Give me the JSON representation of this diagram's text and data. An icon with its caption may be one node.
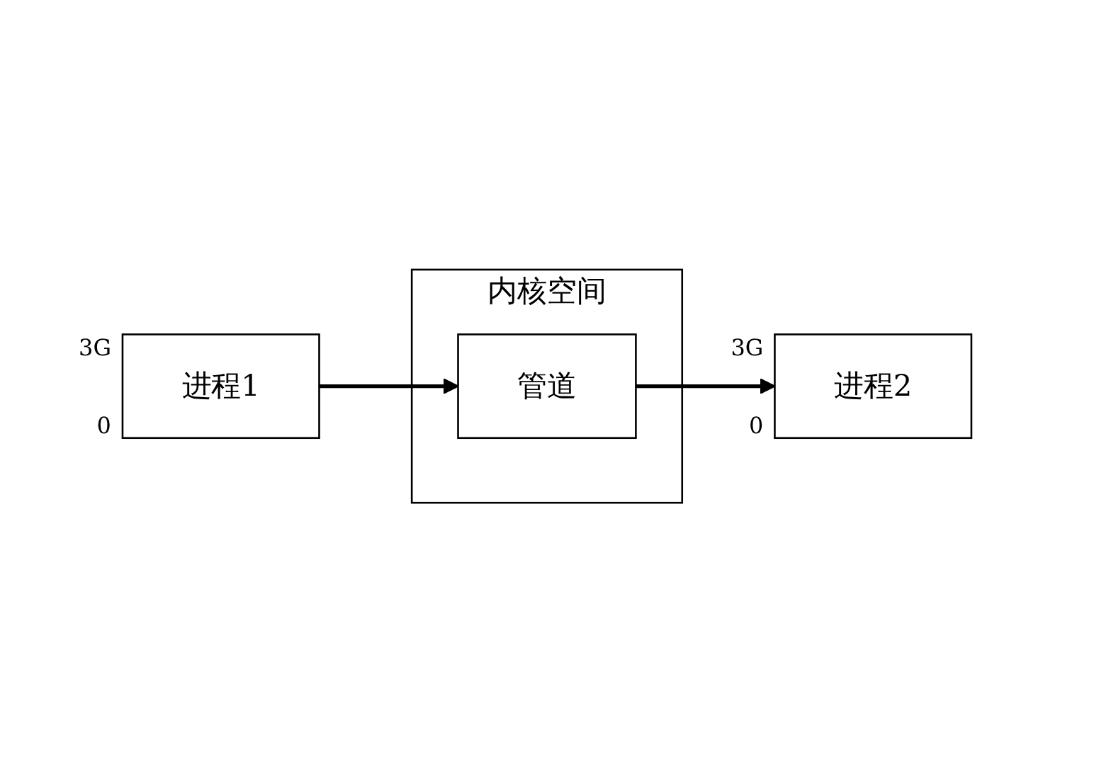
{
  "diagram": {
    "nodes": [
      {
        "text": [
          "内核空间"
        ]
      },
      {
        "text": [
          "管道"
        ],
        "in": 0
      },
      {
        "text": [
          "进程1"
        ],
        "beside": [
          "3G",
          "0"
        ]
      },
      {
        "text": [
          "进程2"
        ],
        "beside": [
          "3G",
          "0"
        ]
      }
    ],
    "edges": [
      {
        "from": 2,
        "to": 1,
        "arrow": "to"
      },
      {
        "from": 1,
        "to": 3,
        "arrow": "to"
      }
    ]
  }
}
